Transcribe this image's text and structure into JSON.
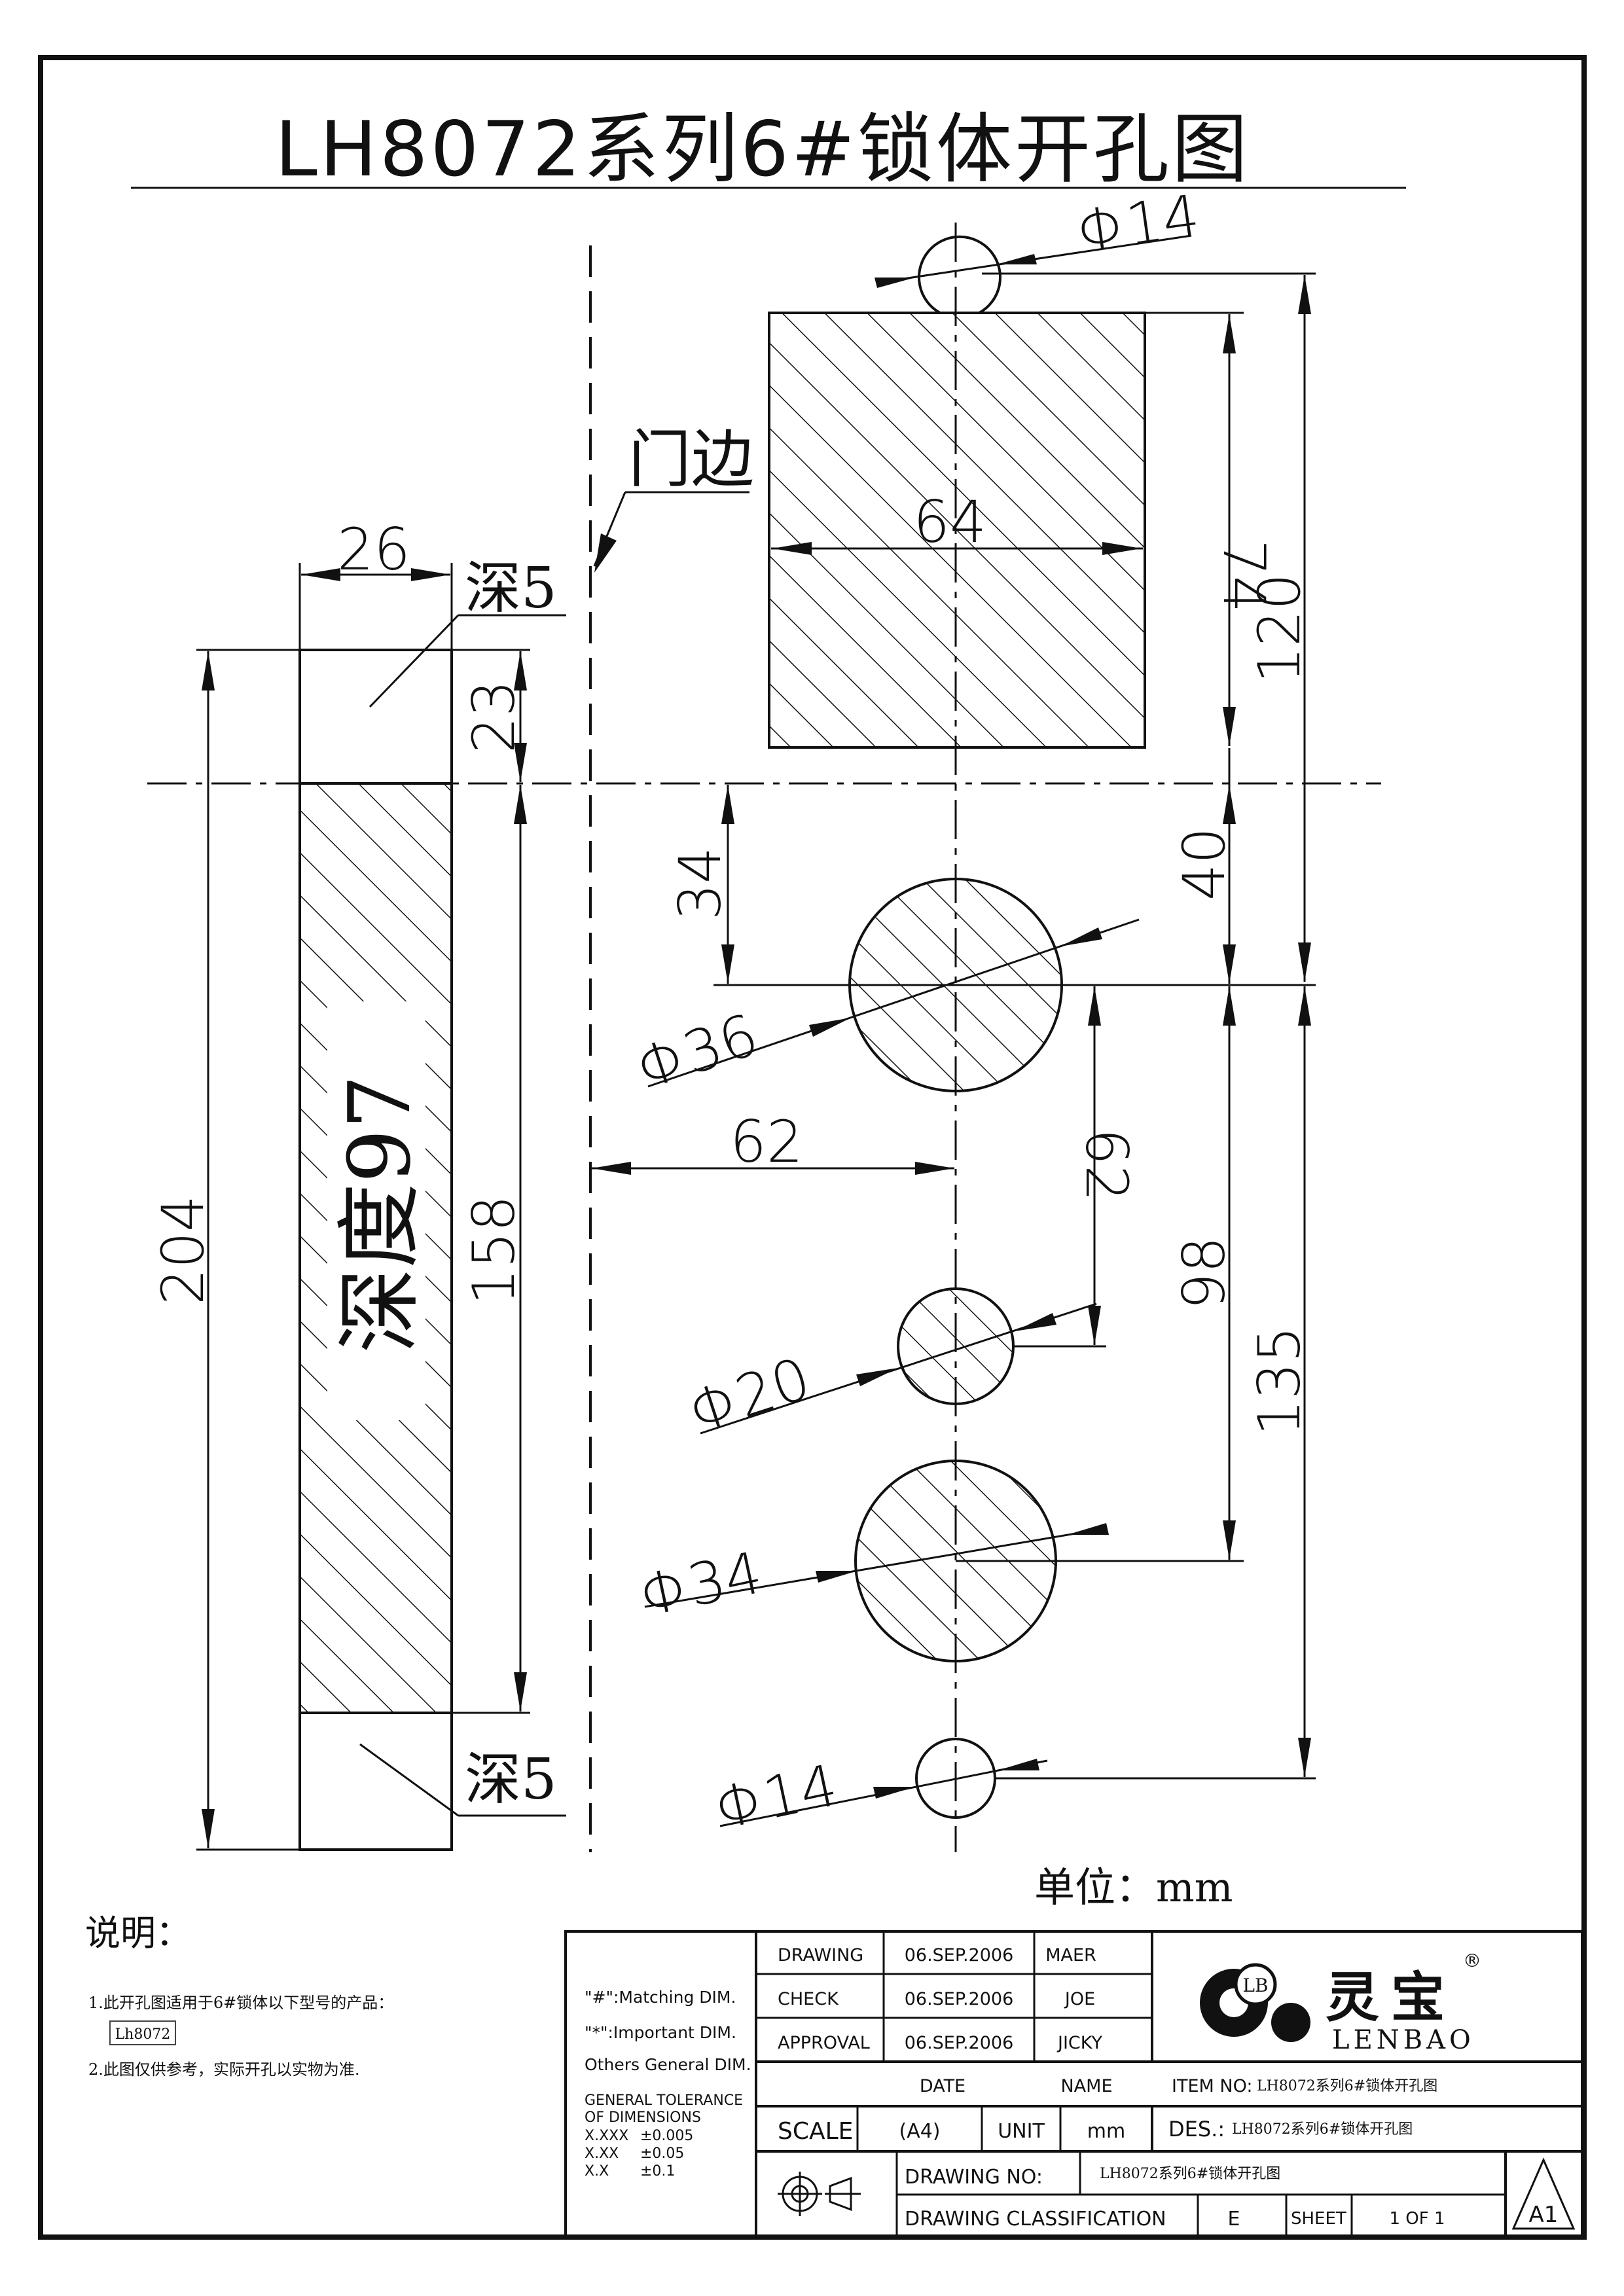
{
  "title": "LH8072系列6#锁体开孔图",
  "door_edge_label": "门边",
  "depth_labels": {
    "top": "深5",
    "bottom": "深5",
    "body": "深度97"
  },
  "dimensions": {
    "top_hole_dia": "Φ14",
    "plate_width": "64",
    "plate_height": "74",
    "top_total": "120",
    "strip_width": "26",
    "strip_top": "23",
    "strip_total": "204",
    "strip_inner": "158",
    "dim_34": "34",
    "dim_40": "40",
    "hole1_dia": "Φ36",
    "backset": "62",
    "dim_62_vert": "62",
    "hole2_dia": "Φ20",
    "dim_98": "98",
    "dim_135": "135",
    "hole3_dia": "Φ34",
    "hole4_dia": "Φ14"
  },
  "unit_label": "单位：mm",
  "notes": {
    "heading": "说明：",
    "items": [
      "1.此开孔图适用于6#锁体以下型号的产品：",
      "2.此图仅供参考，实际开孔以实物为准."
    ],
    "model_tag": "Lh8072"
  },
  "title_block": {
    "legend": {
      "matching": "\"#\":Matching DIM.",
      "important": "\"*\":Important DIM.",
      "others": "Others General DIM.",
      "tolerance_title_1": "GENERAL TOLERANCE",
      "tolerance_title_2": "OF DIMENSIONS",
      "tol_rows": [
        {
          "fmt": "X.XXX",
          "tol": "±0.005"
        },
        {
          "fmt": "X.XX",
          "tol": "±0.05"
        },
        {
          "fmt": "X.X",
          "tol": "±0.1"
        }
      ]
    },
    "rows": [
      {
        "label": "DRAWING",
        "date": "06.SEP.2006",
        "name": "MAER"
      },
      {
        "label": "CHECK",
        "date": "06.SEP.2006",
        "name": "JOE"
      },
      {
        "label": "APPROVAL",
        "date": "06.SEP.2006",
        "name": "JICKY"
      }
    ],
    "date_header": "DATE",
    "name_header": "NAME",
    "scale_label": "SCALE",
    "scale_value": "(A4)",
    "unit_label": "UNIT",
    "unit_value": "mm",
    "item_no_label": "ITEM NO:",
    "item_no_value": "LH8072系列6#锁体开孔图",
    "des_label": "DES.:",
    "des_value": "LH8072系列6#锁体开孔图",
    "drawing_no_label": "DRAWING NO:",
    "drawing_no_value": "LH8072系列6#锁体开孔图",
    "classification_label": "DRAWING CLASSIFICATION",
    "classification_value": "E",
    "sheet_label": "SHEET",
    "sheet_value": "1 OF 1",
    "sheet_size": "A1",
    "logo_badge": "LB",
    "logo_cn": "灵宝",
    "logo_en": "LENBAO",
    "logo_reg": "®"
  }
}
